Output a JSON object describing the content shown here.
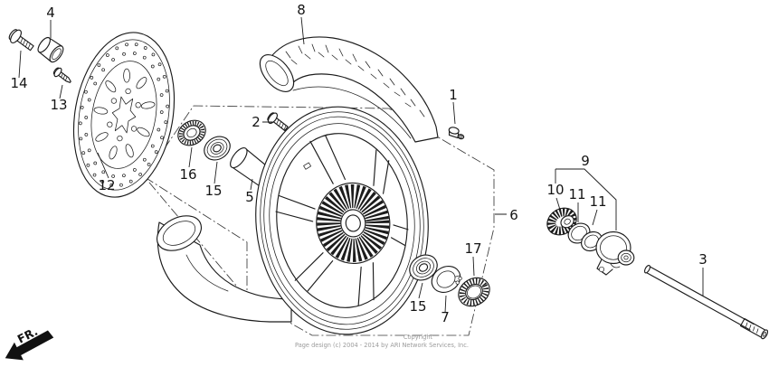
{
  "diagram": {
    "description": "front wheel exploded parts diagram",
    "background": "#ffffff",
    "ink_color": "#1c1c1c",
    "watermark_color": "#9b9b9b",
    "direction_label": "FR.",
    "watermark": {
      "line1": "Copyright",
      "line2": "Page design (c) 2004 - 2014 by ARI Network Services, Inc."
    },
    "callouts": [
      {
        "id": "callout-4",
        "ref": "4"
      },
      {
        "id": "callout-14",
        "ref": "14"
      },
      {
        "id": "callout-13",
        "ref": "13"
      },
      {
        "id": "callout-12",
        "ref": "12"
      },
      {
        "id": "callout-8",
        "ref": "8"
      },
      {
        "id": "callout-2",
        "ref": "2"
      },
      {
        "id": "callout-1",
        "ref": "1"
      },
      {
        "id": "callout-16",
        "ref": "16"
      },
      {
        "id": "callout-15-left",
        "ref": "15"
      },
      {
        "id": "callout-5",
        "ref": "5"
      },
      {
        "id": "callout-6",
        "ref": "6"
      },
      {
        "id": "callout-17",
        "ref": "17"
      },
      {
        "id": "callout-15-right",
        "ref": "15"
      },
      {
        "id": "callout-7",
        "ref": "7"
      },
      {
        "id": "callout-9",
        "ref": "9"
      },
      {
        "id": "callout-10",
        "ref": "10"
      },
      {
        "id": "callout-11-left",
        "ref": "11"
      },
      {
        "id": "callout-11-right",
        "ref": "11"
      },
      {
        "id": "callout-3",
        "ref": "3"
      }
    ]
  }
}
